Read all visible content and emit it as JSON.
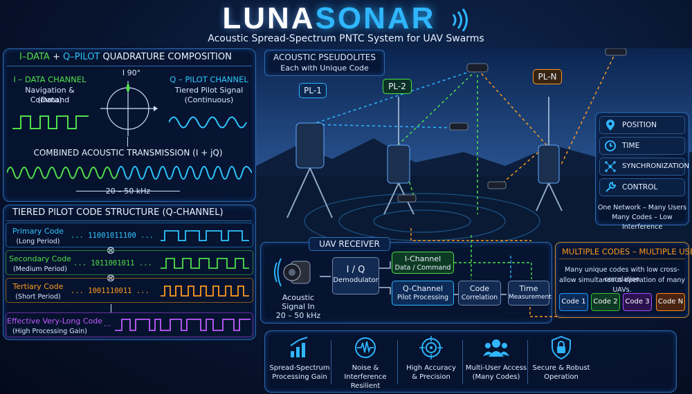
{
  "header": {
    "title_part1": "LUNA",
    "title_part2": "SONAR",
    "subtitle": "Acoustic Spread-Spectrum PNTC System for UAV Swarms"
  },
  "quadrature": {
    "title_i": "I–DATA",
    "plus": "+",
    "title_q": "Q–PILOT",
    "title_rest": "QUADRATURE COMPOSITION",
    "i_channel_title": "I – DATA CHANNEL",
    "i_channel_line1": "Navigation & Command",
    "i_channel_line2": "(Data)",
    "axis_label": "I  90°",
    "q_channel_title": "Q – PILOT CHANNEL",
    "q_channel_line1": "Tiered Pilot Signal",
    "q_channel_line2": "(Continuous)",
    "combined_title": "COMBINED ACOUSTIC TRANSMISSION  (I + jQ)",
    "band": "20 – 50 kHz"
  },
  "tiered": {
    "title": "TIERED PILOT CODE STRUCTURE (Q-CHANNEL)",
    "rows": [
      {
        "name": "Primary Code",
        "sub": "(Long Period)",
        "bits": "... 11001011100 ...",
        "color": "#2fc6ff"
      },
      {
        "name": "Secondary Code",
        "sub": "(Medium Period)",
        "bits": "... 1011001011 ...",
        "color": "#4fe04a"
      },
      {
        "name": "Tertiary Code",
        "sub": "(Short Period)",
        "bits": "... 1001110011 ...",
        "color": "#ff9a1f"
      },
      {
        "name": "Effective Very-Long Code",
        "sub": "(High Processing Gain)",
        "bits": "...",
        "color": "#c25cff"
      }
    ],
    "times": "⊗"
  },
  "pseudolites": {
    "title_line1": "ACOUSTIC PSEUDOLITES",
    "title_line2": "Each with Unique Code",
    "tags": [
      {
        "label": "PL-1",
        "color": "#2fb6ff"
      },
      {
        "label": "PL-2",
        "color": "#4fe04a"
      },
      {
        "label": "PL-N",
        "color": "#ff9a1f"
      }
    ]
  },
  "legend": {
    "items": [
      {
        "label": "POSITION",
        "icon": "map-pin-icon"
      },
      {
        "label": "TIME",
        "icon": "clock-icon"
      },
      {
        "label": "SYNCHRONIZATION",
        "icon": "network-icon"
      },
      {
        "label": "CONTROL",
        "icon": "wrench-icon"
      }
    ],
    "footer_line1": "One Network – Many Users",
    "footer_line2": "Many Codes – Low Interference"
  },
  "receiver": {
    "title": "UAV RECEIVER",
    "input_line1": "Acoustic",
    "input_line2": "Signal In",
    "input_line3": "20 – 50 kHz",
    "demod_line1": "I / Q",
    "demod_line2": "Demodulator",
    "ich_line1": "I-Channel",
    "ich_line2": "Data / Command",
    "qch_line1": "Q-Channel",
    "qch_line2": "Pilot Processing",
    "corr_line1": "Code",
    "corr_line2": "Correlation",
    "time_line1": "Time",
    "time_line2": "Measurement"
  },
  "multi": {
    "title": "MULTIPLE CODES – MULTIPLE USERS",
    "text_line1": "Many unique codes with low cross-correlation",
    "text_line2": "allow simultaneous operation of many UAVs.",
    "codes": [
      {
        "label": "Code 1",
        "color": "#1f9bff"
      },
      {
        "label": "Code 2",
        "color": "#37c43a"
      },
      {
        "label": "Code 3",
        "color": "#a64dff"
      },
      {
        "label": "Code N",
        "color": "#ff8a1f"
      }
    ]
  },
  "features": [
    {
      "line1": "Spread-Spectrum",
      "line2": "Processing Gain",
      "icon": "bar-chart-icon"
    },
    {
      "line1": "Noise & Interference",
      "line2": "Resilient",
      "icon": "waveform-icon"
    },
    {
      "line1": "High Accuracy",
      "line2": "& Precision",
      "icon": "target-icon"
    },
    {
      "line1": "Multi-User Access",
      "line2": "(Many Codes)",
      "icon": "users-icon"
    },
    {
      "line1": "Secure & Robust",
      "line2": "Operation",
      "icon": "lock-icon"
    }
  ]
}
